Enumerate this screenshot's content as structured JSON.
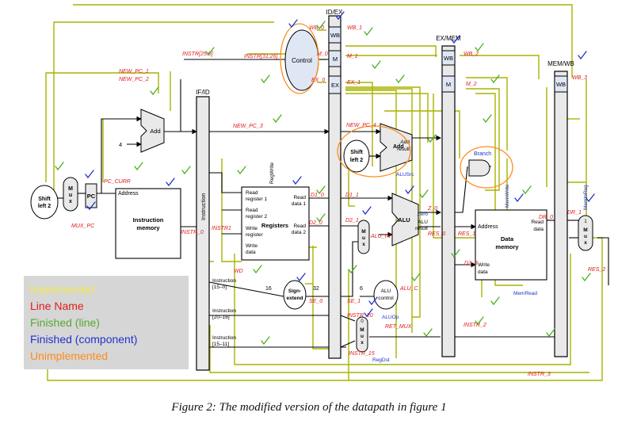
{
  "colors": {
    "implemented": "#f2e94e",
    "line_name": "#e01b1b",
    "finished_line": "#5aa832",
    "finished_component": "#2233cc",
    "unimplemented": "#ff8c1a",
    "datapath": "#000000",
    "wire_gray": "#555555",
    "control_fill": "#dfe7f5",
    "register_fill": "#e9e9e9",
    "handwriting_red": "#e01b1b",
    "handwriting_green": "#4caf1f",
    "handwriting_blue": "#1f33cc",
    "control_wire": "#a9b400"
  },
  "pipeline_registers": {
    "if_id": "IF/ID",
    "id_ex": "ID/EX",
    "ex_mem": "EX/MEM",
    "mem_wb": "MEM/WB"
  },
  "stage_fields": {
    "wb": "WB",
    "m": "M",
    "ex": "EX"
  },
  "components": {
    "control": "Control",
    "add": "Add",
    "four": "4",
    "pc": "PC",
    "shift_left_2_a": [
      "Shift",
      "left 2"
    ],
    "shift_left_2_b": [
      "Shift",
      "left 2"
    ],
    "mux_label": [
      "M",
      "u",
      "x"
    ],
    "mux_zero": "0",
    "mux_one": "1",
    "instruction_memory": [
      "Instruction",
      "memory"
    ],
    "address": "Address",
    "registers": "Registers",
    "read_register_1": [
      "Read",
      "register 1"
    ],
    "read_register_2": [
      "Read",
      "register 2"
    ],
    "write_register": [
      "Write",
      "register"
    ],
    "write_data": [
      "Write",
      "data"
    ],
    "read_data_1": [
      "Read",
      "data 1"
    ],
    "read_data_2": [
      "Read",
      "data 2"
    ],
    "alu": "ALU",
    "zero": "Zero",
    "alu_result": [
      "ALU",
      "result"
    ],
    "add_result": [
      "Add",
      "result"
    ],
    "data_memory": [
      "Data",
      "memory"
    ],
    "mem_read_data": [
      "Read",
      "data"
    ],
    "mem_write_data": [
      "Write",
      "data"
    ],
    "sign_extend": [
      "Sign-",
      "extend"
    ],
    "alu_control": [
      "ALU",
      "control"
    ],
    "branch": "Branch",
    "instruction_vertical": "Instruction",
    "num_16": "16",
    "num_32": "32",
    "num_6": "6"
  },
  "control_signals": {
    "reg_write": "RegWrite",
    "alu_src": "ALUSrc",
    "mem_write": "MemWrite",
    "mem_to_reg": "MemtoReg",
    "mem_read": "MemRead",
    "alu_op": "ALUOp",
    "reg_dst": "RegDst"
  },
  "instruction_fields": {
    "f15_0": [
      "Instruction",
      "[15–0]"
    ],
    "f20_16": [
      "Instruction",
      "[20–16]"
    ],
    "f15_11": [
      "Instruction",
      "[15–11]"
    ]
  },
  "handwritten_labels": {
    "instr_25_0": "INSTR[25:0]",
    "instr_31_26": "INSTR[31:26]",
    "new_pc_1": "NEW_PC_1",
    "new_pc_2": "NEW_PC_2",
    "new_pc_3": "NEW_PC_3",
    "pc_curr": "PC_CURR",
    "mux_pc": "MUX_PC",
    "instr_0": "INSTR_0",
    "instr_1": "INSTR1",
    "wb_0": "WB_0",
    "wb_1": "WB_1",
    "wb_2": "WB_2",
    "wb_3": "WB_3",
    "m_0": "M_0",
    "m_1": "M_1",
    "m_2": "M_2",
    "ex_0": "EX_0",
    "ex_1": "EX_1",
    "new_pc_4": "NEW_PC_4",
    "d1_0": "D1_0",
    "d1_1": "D1_1",
    "d2_0": "D2_0",
    "d2_1": "D2_1",
    "d2_3": "D2_3",
    "z_0": "Z_0",
    "res_0": "RES_0",
    "res_1": "RES_1",
    "res_2": "RES_2",
    "dr_0": "DR_0",
    "dr_1": "DR_1",
    "alu_in": "ALU_IN",
    "alu_c": "ALU_C",
    "se_0": "SE_0",
    "se_1": "SE_1",
    "instr_20": "INSTR_20",
    "instr_15": "INSTR_15",
    "ret_mux": "RET_MUX",
    "instr_2": "INSTR_2",
    "instr_3": "INSTR_3",
    "wd": "WD"
  },
  "legend": {
    "implemented": "Implemented",
    "line_name": "Line Name",
    "finished_line": "Finished (line)",
    "finished_component": "Finished (component)",
    "unimplemented": "Unimplemented"
  },
  "caption": "Figure 2: The modified version of the datapath in figure 1"
}
